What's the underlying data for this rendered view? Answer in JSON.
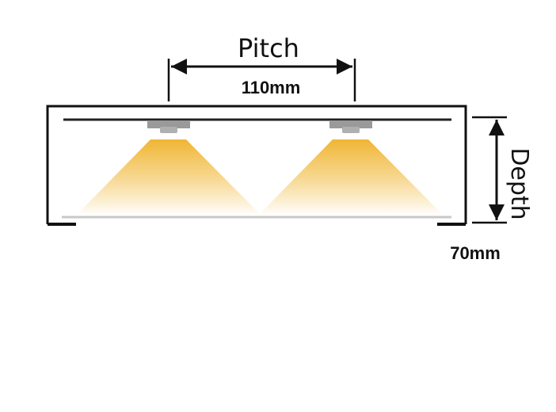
{
  "labels": {
    "pitch": "Pitch",
    "pitch_value": "110mm",
    "depth": "Depth",
    "depth_value": "70mm"
  },
  "colors": {
    "outline": "#111111",
    "light_top": "#f0b533",
    "light_bottom": "#ffffff",
    "led_body": "#9a9a9a",
    "diffuser": "#c8c8c8"
  }
}
